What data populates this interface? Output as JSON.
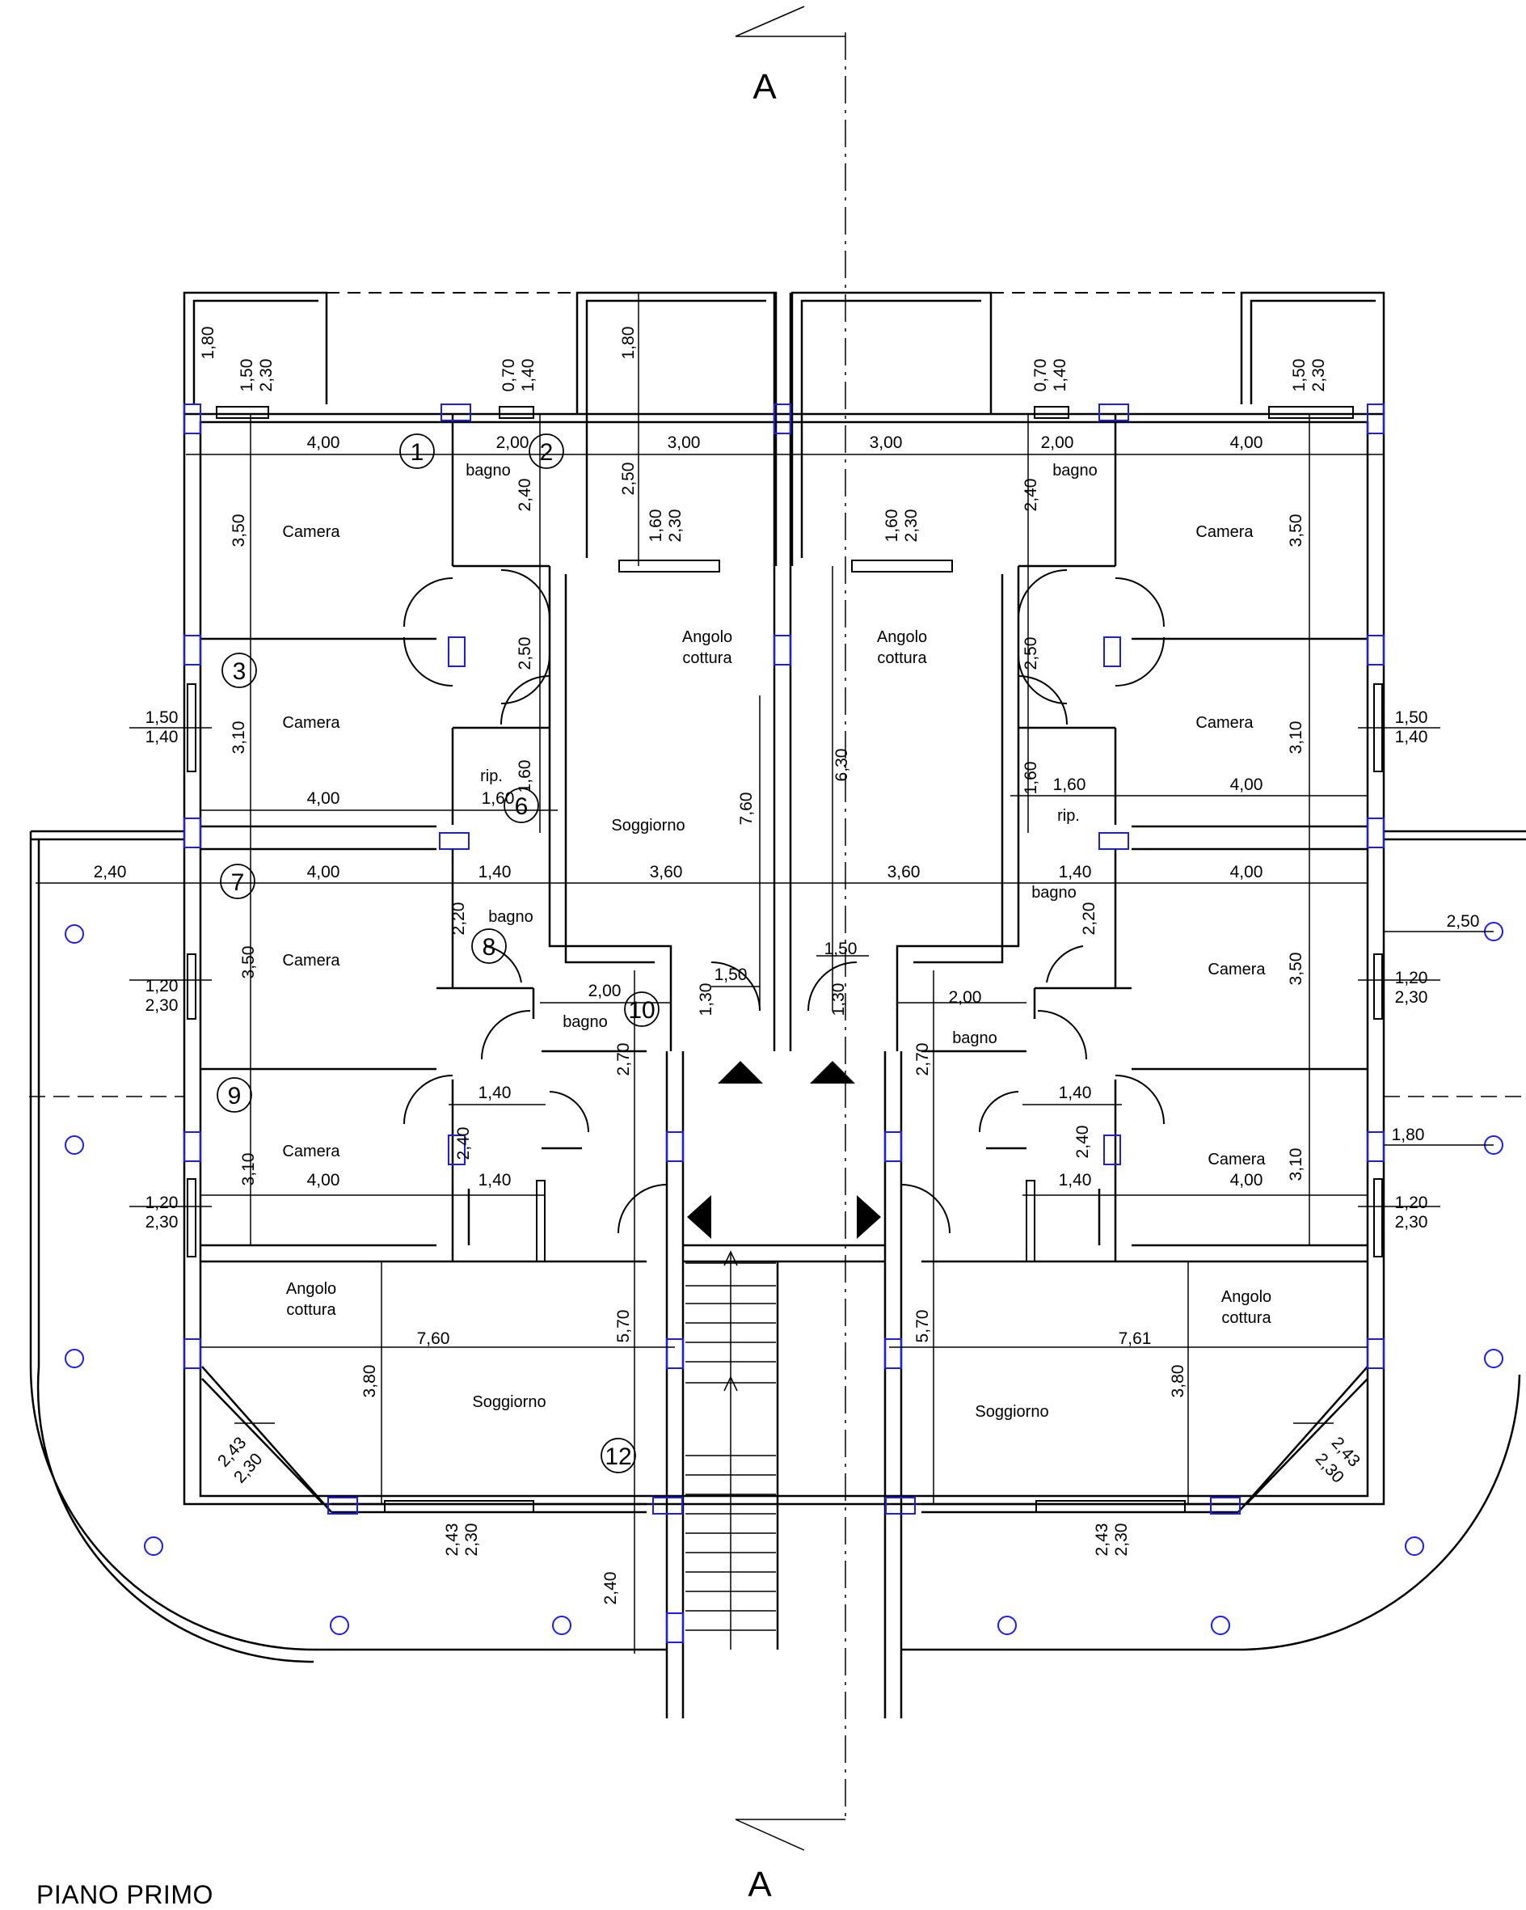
{
  "page_title": "PIANO PRIMO",
  "section_marks": {
    "top": "A",
    "bottom": "A"
  },
  "rooms": {
    "camera": "Camera",
    "bagno": "bagno",
    "rip": "rip.",
    "soggiorno": "Soggiorno",
    "angolo_1": "Angolo",
    "angolo_2": "cottura"
  },
  "markers": [
    "1",
    "2",
    "3",
    "6",
    "7",
    "8",
    "9",
    "10",
    "12"
  ],
  "dims": {
    "d400": "4,00",
    "d200": "2,00",
    "d300": "3,00",
    "d350": "3,50",
    "d310": "3,10",
    "d250": "2,50",
    "d240": "2,40",
    "d180": "1,80",
    "d160": "1,60",
    "d140": "1,40",
    "d150": "1,50",
    "d230": "2,30",
    "d070": "0,70",
    "d120": "1,20",
    "d220": "2,20",
    "d360": "3,60",
    "d760": "7,60",
    "d761": "7,61",
    "d630": "6,30",
    "d270": "2,70",
    "d130": "1,30",
    "d570": "5,70",
    "d380": "3,80",
    "d243": "2,43"
  },
  "colors": {
    "line": "#000000",
    "window_mark": "#1a1aff",
    "column": "#1a1aff"
  }
}
